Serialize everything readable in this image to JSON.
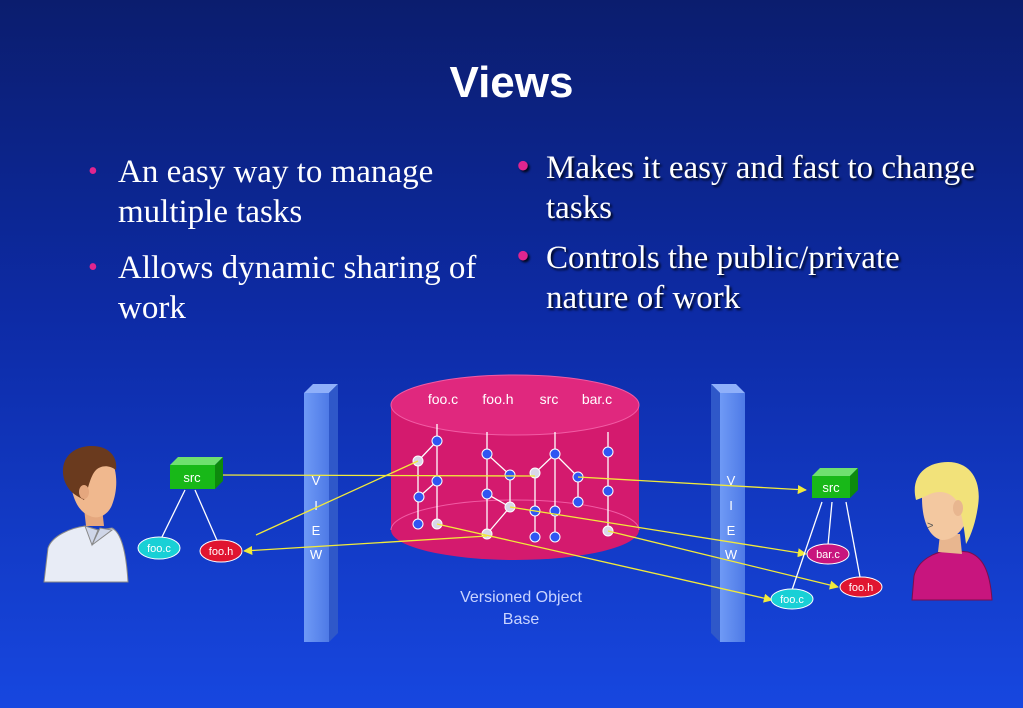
{
  "slide": {
    "title": "Views",
    "left_bullets": [
      "An easy way to manage multiple tasks",
      "Allows dynamic sharing of work"
    ],
    "right_bullets": [
      "Makes it easy and fast to change tasks",
      "Controls the public/private nature of work"
    ]
  },
  "diagram": {
    "db_labels": [
      "foo.c",
      "foo.h",
      "src",
      "bar.c"
    ],
    "db_caption_line1": "Versioned Object",
    "db_caption_line2": "Base",
    "view_letters": [
      "V",
      "I",
      "E",
      "W"
    ],
    "left_tree": {
      "dir": "src",
      "file1": "foo.c",
      "file2": "foo.h"
    },
    "right_tree": {
      "dir": "src",
      "file1": "bar.c",
      "file2": "foo.h",
      "file3": "foo.c"
    },
    "colors": {
      "db": "#d41a6e",
      "db_top": "#e0287e",
      "view_bar": "#5b88ee",
      "dir_box": "#18b818",
      "file_cyan": "#19d0d6",
      "file_red": "#e01530",
      "file_magenta": "#c8157e",
      "arrow": "#f2ea3a",
      "node": "#2f55f2"
    },
    "people": [
      "person-left-icon",
      "person-right-icon"
    ]
  }
}
